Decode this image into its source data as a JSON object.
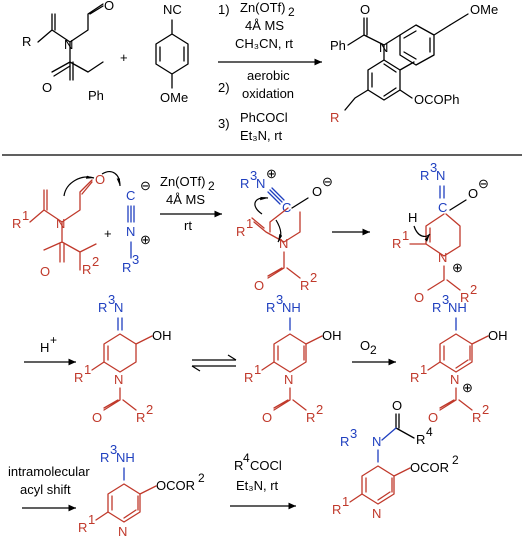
{
  "colors": {
    "black": "#000000",
    "red": "#c0392b",
    "blue": "#1f3fbf"
  },
  "top": {
    "r1": "R",
    "r2": "R",
    "nc": "NC",
    "ome1": "OMe",
    "ome2": "OMe",
    "ph": "Ph",
    "ococph": "OCOPh",
    "plus": "+",
    "cond1": "1)",
    "cond1a": "Zn(OTf)",
    "cond1a_sub": "2",
    "cond1b": "4Å MS",
    "cond1c": "CH₃CN, rt",
    "cond2": "2)",
    "cond2a": "aerobic",
    "cond2b": "oxidation",
    "cond3": "3)",
    "cond3a": "PhCOCl",
    "cond3b": "Et₃N, rt"
  },
  "mech": {
    "zn": "Zn(OTf)",
    "zn_sub": "2",
    "ms": "4Å MS",
    "rt": "rt",
    "plus": "+",
    "hplus": "H",
    "o2": "O",
    "o2_sub": "2",
    "intra1": "intramolecular",
    "intra2": "acyl shift",
    "r4cocl": "COCl",
    "et3n": "Et₃N, rt",
    "labels": {
      "R": "R",
      "N": "N",
      "O": "O",
      "C": "C",
      "H": "H",
      "NH": "NH",
      "OH": "OH",
      "sup1": "1",
      "sup2": "2",
      "sup3": "3",
      "sup4": "4",
      "plus_circ": "⊕",
      "minus_circ": "⊖",
      "ocor": "OCOR",
      "r4": "R"
    }
  }
}
